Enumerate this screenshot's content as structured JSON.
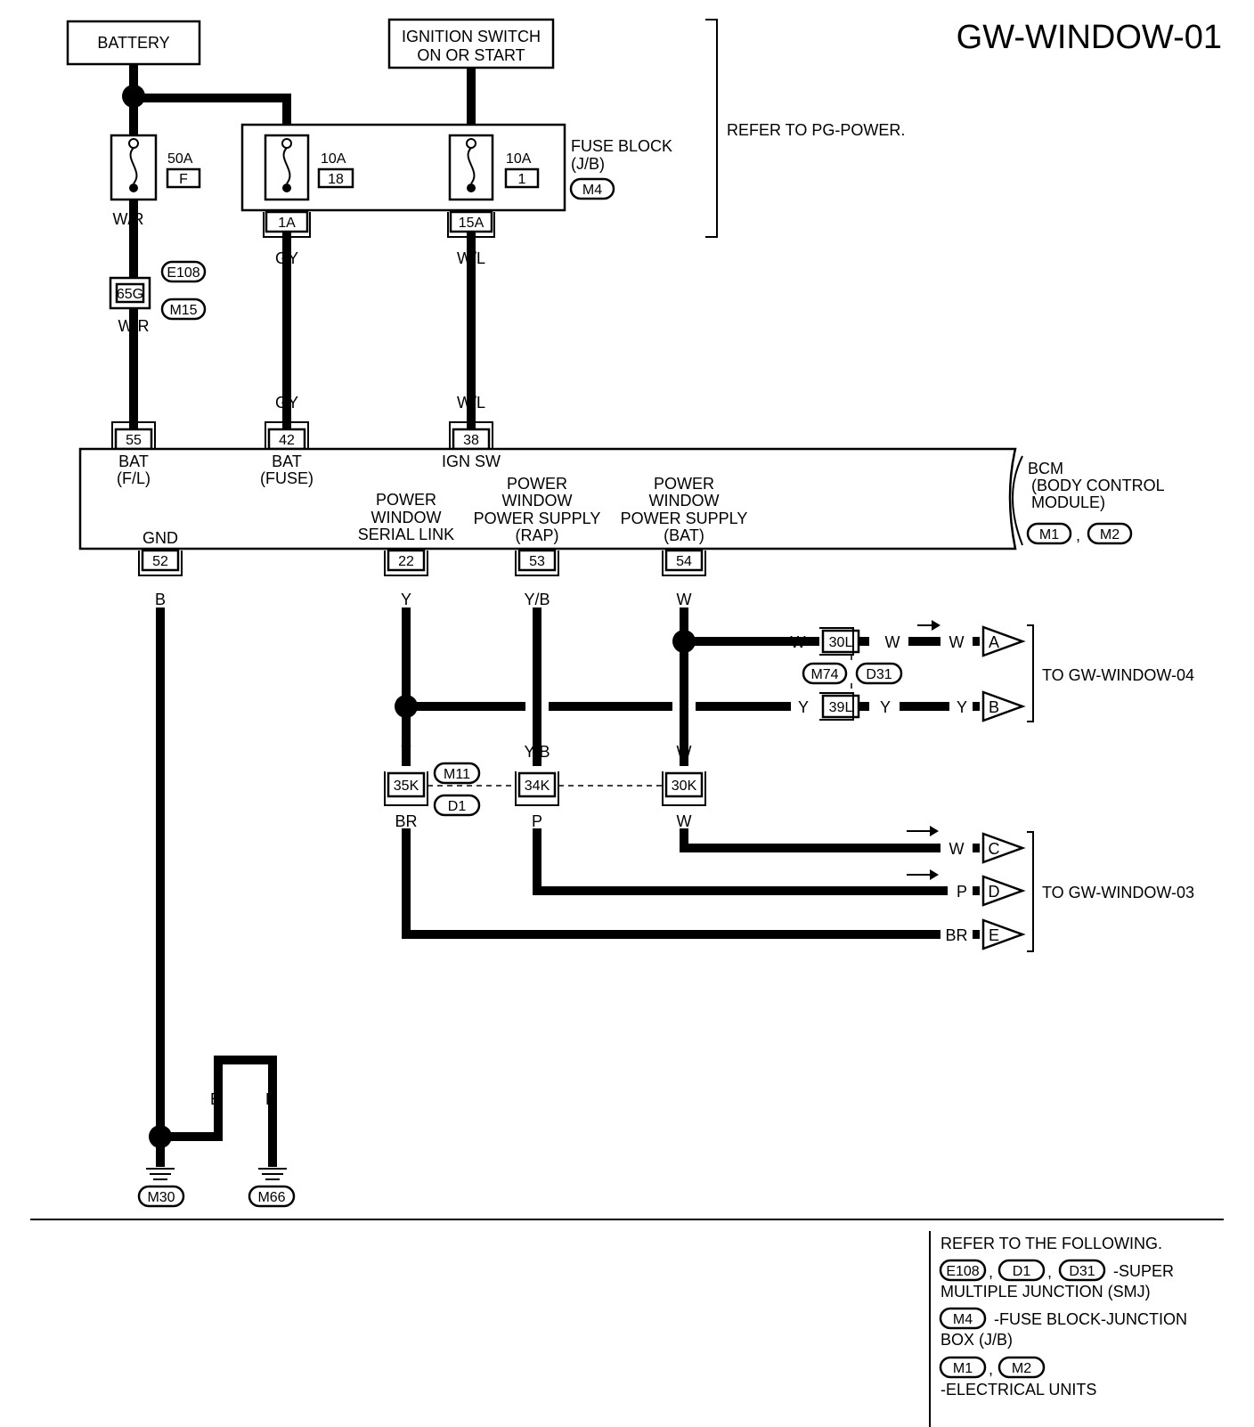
{
  "title": "GW-WINDOW-01",
  "sources": {
    "battery": "BATTERY",
    "ignition_line1": "IGNITION SWITCH",
    "ignition_line2": "ON OR START",
    "refer_power": "REFER TO PG-POWER."
  },
  "fuses": {
    "fusible_link": {
      "amp": "50A",
      "id": "F"
    },
    "fuse18": {
      "amp": "10A",
      "id": "18"
    },
    "fuse1": {
      "amp": "10A",
      "id": "1"
    },
    "block_line1": "FUSE BLOCK",
    "block_line2": "(J/B)",
    "block_conn": "M4"
  },
  "connectors": {
    "c1a": "1A",
    "c15a": "15A",
    "c65g": "65G",
    "e108": "E108",
    "m15": "M15",
    "c55": "55",
    "c42": "42",
    "c38": "38",
    "c52": "52",
    "c22": "22",
    "c53": "53",
    "c54": "54",
    "c30l": "30L",
    "c39l": "39L",
    "m74": "M74",
    "d31": "D31",
    "c35k": "35K",
    "c34k": "34K",
    "c30k": "30K",
    "m11": "M11",
    "d1": "D1",
    "m30": "M30",
    "m66": "M66"
  },
  "wires": {
    "wr": "W/R",
    "gy": "GY",
    "wl": "W/L",
    "b": "B",
    "y": "Y",
    "yb": "Y/B",
    "w": "W",
    "br": "BR",
    "p": "P"
  },
  "bcm": {
    "pin55_l1": "BAT",
    "pin55_l2": "(F/L)",
    "pin42_l1": "BAT",
    "pin42_l2": "(FUSE)",
    "pin38": "IGN SW",
    "gnd": "GND",
    "pin22_l1": "POWER",
    "pin22_l2": "WINDOW",
    "pin22_l3": "SERIAL LINK",
    "pin53_l1": "POWER",
    "pin53_l2": "WINDOW",
    "pin53_l3": "POWER SUPPLY",
    "pin53_l4": "(RAP)",
    "pin54_l1": "POWER",
    "pin54_l2": "WINDOW",
    "pin54_l3": "POWER SUPPLY",
    "pin54_l4": "(BAT)",
    "name_l1": "BCM",
    "name_l2": "(BODY CONTROL",
    "name_l3": "MODULE)",
    "conn_a": "M1",
    "conn_b": "M2"
  },
  "terminals": {
    "a": "A",
    "b": "B",
    "c": "C",
    "d": "D",
    "e": "E",
    "to04": "TO GW-WINDOW-04",
    "to03": "TO GW-WINDOW-03"
  },
  "legend": {
    "l1": "REFER TO THE FOLLOWING.",
    "smj_a": "E108",
    "smj_b": "D1",
    "smj_c": "D31",
    "smj_t1": "-SUPER",
    "smj_t2": "MULTIPLE JUNCTION (SMJ)",
    "jb_conn": "M4",
    "jb_t1": "-FUSE BLOCK-JUNCTION",
    "jb_t2": "BOX (J/B)",
    "eu_a": "M1",
    "eu_b": "M2",
    "eu_t": "-ELECTRICAL UNITS"
  },
  "sep": ","
}
